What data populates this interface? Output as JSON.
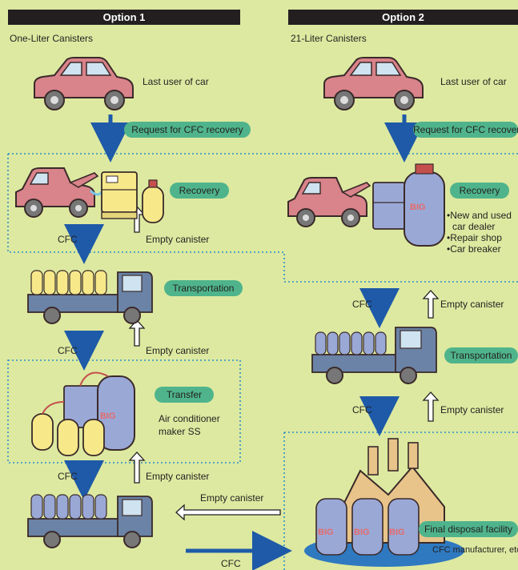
{
  "option1": {
    "header": "Option 1",
    "subtitle": "One-Liter Canisters",
    "last_user": "",
    "request_label": "Request for CFC recovery",
    "recovery_label": "Recovery",
    "cfc_label_1": "CFC",
    "empty_canister_1": "Empty canister",
    "transportation_label": "Transportation",
    "cfc_label_2": "CFC",
    "empty_canister_2": "Empty canister",
    "transfer_label": "Transfer",
    "transfer_sub_1": "Air conditioner",
    "transfer_sub_2": "maker SS",
    "cfc_label_3": "CFC",
    "empty_canister_3": "Empty canister"
  },
  "option2": {
    "header": "Option 2",
    "subtitle": "21-Liter Canisters",
    "last_user": "Last user of car",
    "request_label": "Request for CFC recovery",
    "recovery_label": "Recovery",
    "recovery_items": [
      "New and used",
      "car dealer",
      "Repair shop",
      "Car breaker"
    ],
    "cfc_label_1": "CFC",
    "empty_canister_1": "Empty canister",
    "transportation_label": "Transportation",
    "cfc_label_2": "CFC",
    "empty_canister_2": "Empty canister",
    "final_disposal_label": "Final disposal facility",
    "final_disposal_sub": "CFC manufacturer, etc"
  },
  "shared": {
    "last_user_1": "Last user of car",
    "empty_canister_return": "Empty canister",
    "cfc_to_final": "CFC",
    "big_label": "BIG"
  },
  "colors": {
    "background": "#dde9a0",
    "header_bg": "#231f20",
    "pill": "#4fb48c",
    "arrow_blue": "#1e5aa8",
    "car": "#d9838a",
    "truck": "#6b83a6",
    "canister_small": "#f7e98a",
    "canister_big": "#9aa8d6",
    "factory": "#e8c48a"
  }
}
